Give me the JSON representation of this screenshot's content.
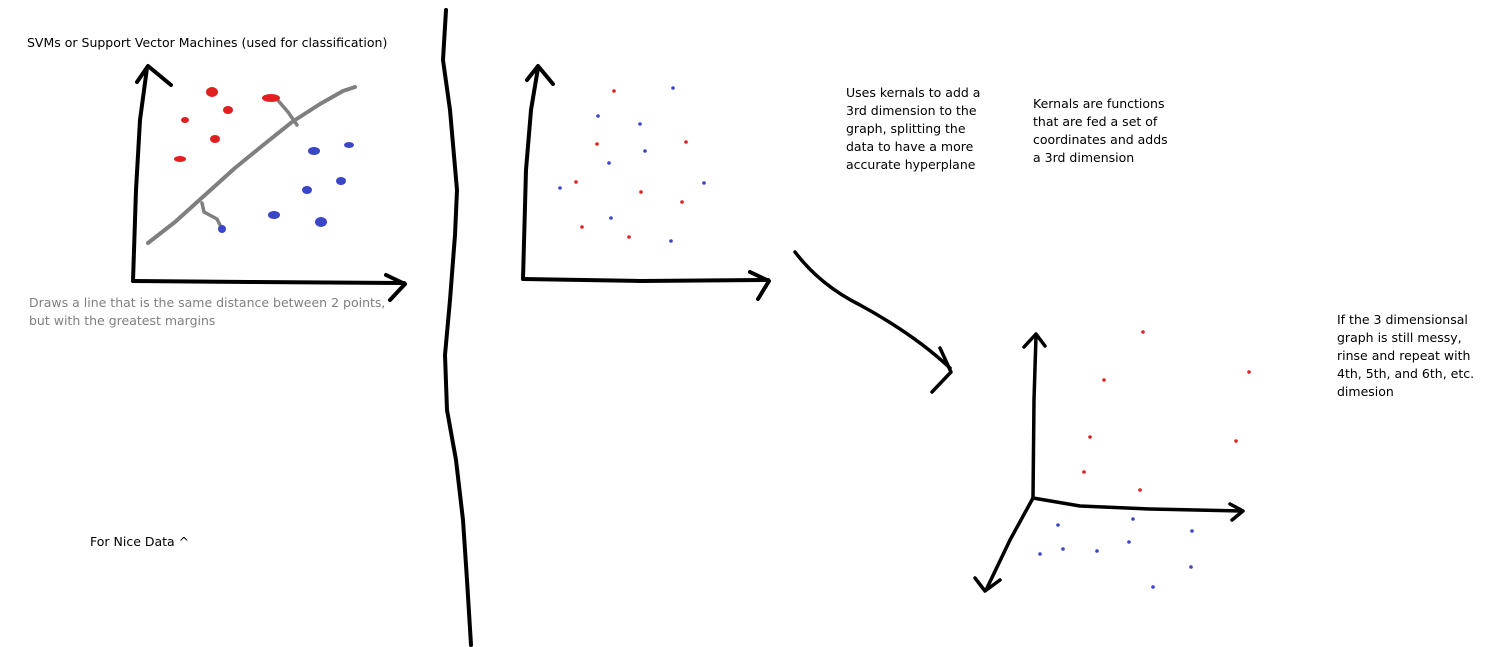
{
  "notes": {
    "title": "SVMs or Support Vector Machines (used for classification)",
    "margin_explanation": "Draws a line that is the same distance between 2 points, but with the greatest margins",
    "nice_data": "For Nice Data ^",
    "kernel_usage": "Uses kernals to add a\n3rd dimension to the\ngraph, splitting the\ndata to have a more\naccurate hyperplane",
    "kernel_definition": "Kernals are functions\nthat are fed a set of\ncoordinates and adds\na 3rd dimension",
    "messy_case": "If the 3 dimensionsal\ngraph is still messy,\nrinse and repeat with\n4th, 5th, and 6th, etc.\ndimesion"
  },
  "colors": {
    "ink": "#000000",
    "class_a": "#e02020",
    "class_b": "#3b45c8",
    "hyperplane": "#7f7f7f",
    "secondary_text": "#7f7f7f"
  }
}
